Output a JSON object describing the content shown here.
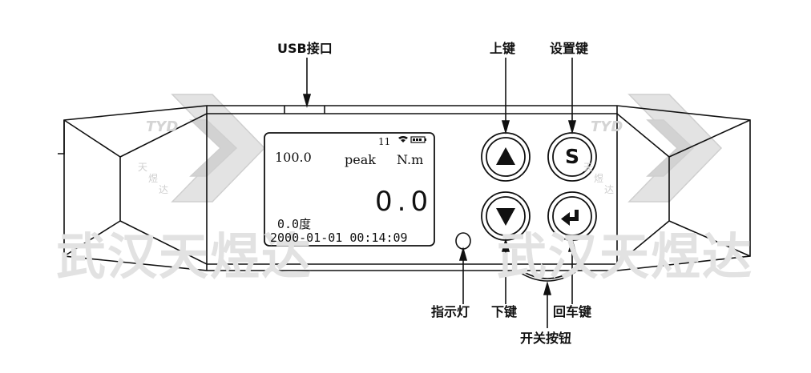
{
  "watermark": {
    "large_text": "武汉天煜达",
    "logo_letters": "TYD",
    "logo_chars": [
      "天",
      "煜",
      "达"
    ]
  },
  "labels": {
    "usb_port": "USB接口",
    "up_key": "上键",
    "set_key": "设置键",
    "indicator_light": "指示灯",
    "down_key": "下键",
    "enter_key": "回车键",
    "power_button": "开关按钮"
  },
  "display": {
    "setpoint": "100.0",
    "mode": "peak",
    "unit": "N.m",
    "battery_level": "11",
    "main_value": "0.0",
    "angle": "0.0度",
    "datetime": "2000-01-01 00:14:09",
    "icons": [
      "signal-icon",
      "battery-icon"
    ]
  },
  "buttons": {
    "up": "up-arrow-icon",
    "set": "S",
    "down": "down-arrow-icon",
    "enter": "enter-arrow-icon"
  },
  "colors": {
    "line": "#111111",
    "watermark": "#d9d9d9"
  }
}
